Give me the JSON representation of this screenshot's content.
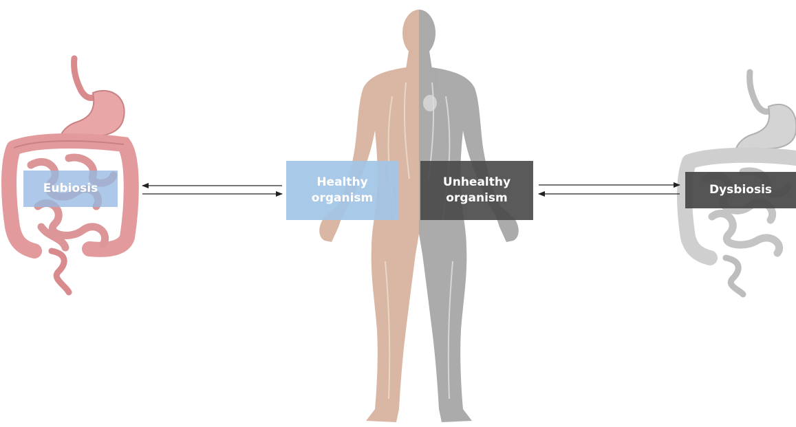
{
  "labels": {
    "eubiosis": "Eubiosis",
    "healthy_line1": "Healthy",
    "healthy_line2": "organism",
    "unhealthy_line1": "Unhealthy",
    "unhealthy_line2": "organism",
    "dysbiosis": "Dysbiosis"
  },
  "colors": {
    "healthy_gut": "#e39a9c",
    "dysbiotic_gut": "#c8c8c8",
    "healthy_body": "#d8b39f",
    "unhealthy_body": "#a6a6a6",
    "healthy_label": "#a2c4e6",
    "unhealthy_label": "#484848",
    "arrow": "#222222"
  },
  "icons": {
    "left_gut": "healthy-digestive-tract-icon",
    "right_gut": "dysbiotic-digestive-tract-icon",
    "body": "human-body-silhouette-icon"
  }
}
